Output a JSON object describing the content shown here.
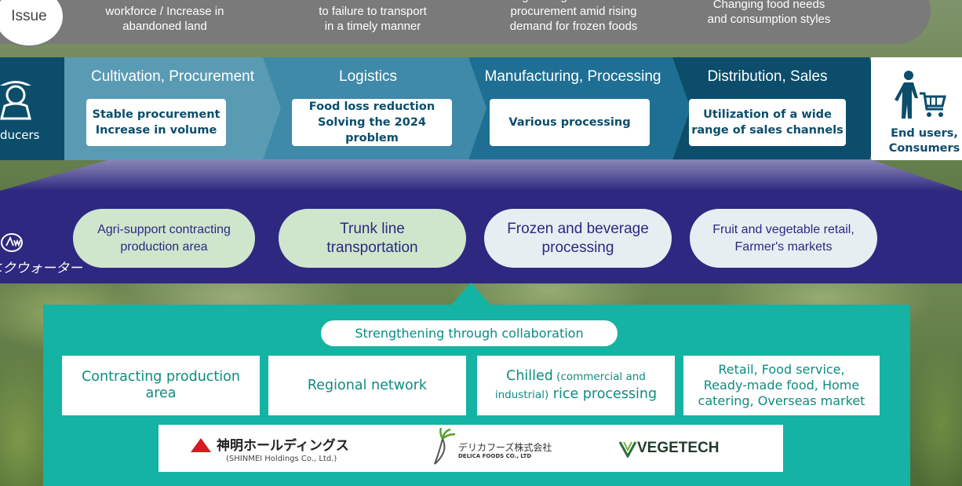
{
  "issue": {
    "label": "Issue",
    "items": [
      "Decrease in\nworkforce / Increase in\nabandoned land",
      "Increased waste due\nto failure to transport\nin a timely manner",
      "Tightening raw material\nprocurement amid rising\ndemand for frozen foods",
      "Changing food needs\nand consumption styles"
    ]
  },
  "value_chain": {
    "producers_label": "ducers",
    "stages": [
      {
        "title": "Cultivation, Procurement",
        "box": "Stable procurement\nIncrease in volume"
      },
      {
        "title": "Logistics",
        "box": "Food loss reduction\nSolving the 2024 problem"
      },
      {
        "title": "Manufacturing, Processing",
        "box": "Various processing"
      },
      {
        "title": "Distribution, Sales",
        "box": "Utilization of a wide\nrange of sales channels"
      }
    ],
    "end_label": "End users,\nConsumers"
  },
  "company": {
    "logo_text": "ニクウォーター",
    "pills": [
      "Agri-support contracting\nproduction area",
      "Trunk line\ntransportation",
      "Frozen and beverage\nprocessing",
      "Fruit and vegetable retail,\nFarmer's markets"
    ]
  },
  "collaboration": {
    "title": "Strengthening through collaboration",
    "boxes": [
      "Contracting production\narea",
      "Regional network",
      "Retail, Food service,\nReady-made food, Home\ncatering, Overseas market"
    ],
    "chilled": {
      "main1": "Chilled",
      "small1": " (commercial and",
      "small2": "industrial)",
      "main2": " rice processing"
    },
    "partners": {
      "shinmei_jp": "神明ホールディングス",
      "shinmei_en": "(SHINMEI Holdings Co., Ltd.)",
      "delica_jp": "デリカフーズ株式会社",
      "delica_en": "DELICA FOODS CO., LTD",
      "vegetech": "VEGETECH"
    }
  },
  "colors": {
    "issue_gray": "#7a7a7a",
    "chain_dark": "#0b4d6b",
    "chain_mid": "#3d86a3",
    "purple": "#2e2880",
    "teal": "#14b3a3"
  }
}
